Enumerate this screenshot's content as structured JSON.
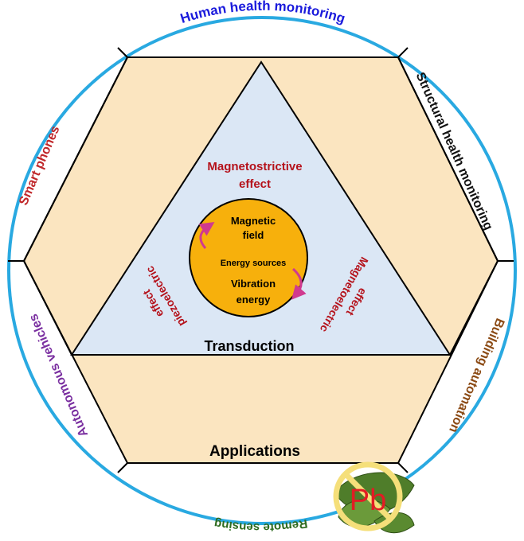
{
  "outer_segments": {
    "top": {
      "label": "Human health monitoring",
      "color": "#1a1adc"
    },
    "upper_right": {
      "label": "Structural health monitoring",
      "color": "#111111"
    },
    "lower_right": {
      "label": "Building automation",
      "color": "#8b4a14"
    },
    "bottom": {
      "label": "Remote sensing",
      "color": "#2e6b1f"
    },
    "lower_left": {
      "label": "Autonomous vehicles",
      "color": "#7a2fa0"
    },
    "upper_left": {
      "label": "Smart phones",
      "color": "#c0282b"
    }
  },
  "triangle": {
    "label": "Transduction",
    "effects": {
      "top": [
        "Magnetostrictive",
        "effect"
      ],
      "left": [
        "piezoelectric",
        "effect"
      ],
      "right": [
        "Magnetoelectric",
        "effect"
      ]
    },
    "effect_color": "#b5121b"
  },
  "hexagon": {
    "label": "Applications"
  },
  "center": {
    "line1": "Magnetic",
    "line2": "field",
    "line3": "Energy sources",
    "line4": "Vibration",
    "line5": "energy"
  },
  "badge": {
    "text": "Pb",
    "icon": "lead-free-leaf-icon"
  },
  "colors": {
    "ring": "#29a9e1",
    "hexagon_fill": "#fbe5c0",
    "triangle_fill": "#dbe7f5",
    "center_fill": "#f7b00c",
    "arrow": "#d03a8f",
    "badge_red": "#e21c24"
  }
}
